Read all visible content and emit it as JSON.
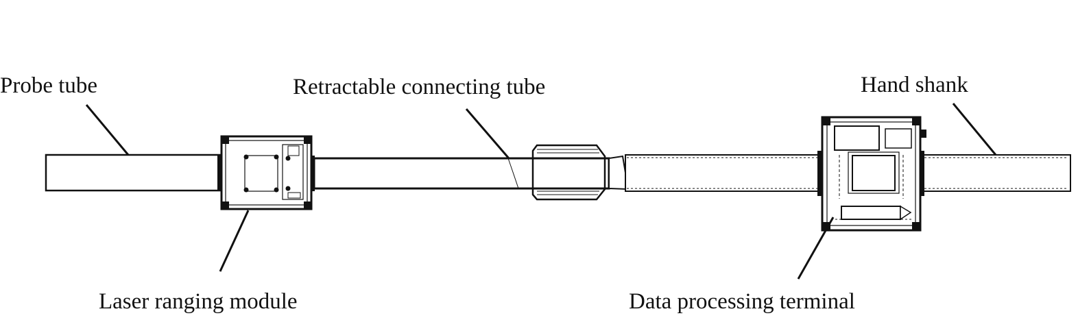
{
  "labels": {
    "probe_tube": "Probe tube",
    "retractable_tube": "Retractable connecting tube",
    "hand_shank": "Hand shank",
    "laser_module": "Laser ranging module",
    "data_terminal": "Data processing terminal"
  }
}
